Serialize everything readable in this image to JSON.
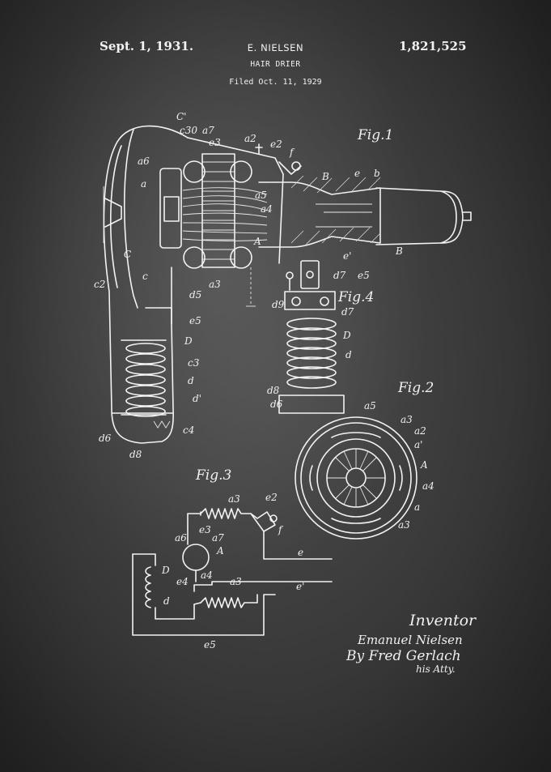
{
  "header": {
    "date": "Sept. 1, 1931.",
    "inventor": "E. NIELSEN",
    "title": "HAIR DRIER",
    "filed": "Filed Oct. 11, 1929",
    "patent_number": "1,821,525"
  },
  "figures": {
    "fig1": "Fig.1",
    "fig2": "Fig.2",
    "fig3": "Fig.3",
    "fig4": "Fig.4"
  },
  "labels": {
    "c1": "C'",
    "c30": "c30",
    "a7": "a7",
    "e3": "e3",
    "a2": "a2",
    "e2": "e2",
    "f": "f",
    "B": "B",
    "e": "e",
    "b": "b",
    "a6": "a6",
    "a": "a",
    "a5": "a5",
    "a4": "a4",
    "A": "A",
    "C": "C",
    "c": "c",
    "c2": "c2",
    "a3": "a3",
    "e1": "e'",
    "d5": "d5",
    "e5": "e5",
    "D": "D",
    "c3": "c3",
    "d": "d",
    "d1": "d'",
    "c4": "c4",
    "d6": "d6",
    "d8": "d8",
    "d7": "d7",
    "d9": "d9",
    "a1": "a'",
    "e4": "e4"
  },
  "signature": {
    "inventor_label": "Inventor",
    "name": "Emanuel Nielsen",
    "by": "By Fred Gerlach",
    "atty": "his Atty."
  }
}
